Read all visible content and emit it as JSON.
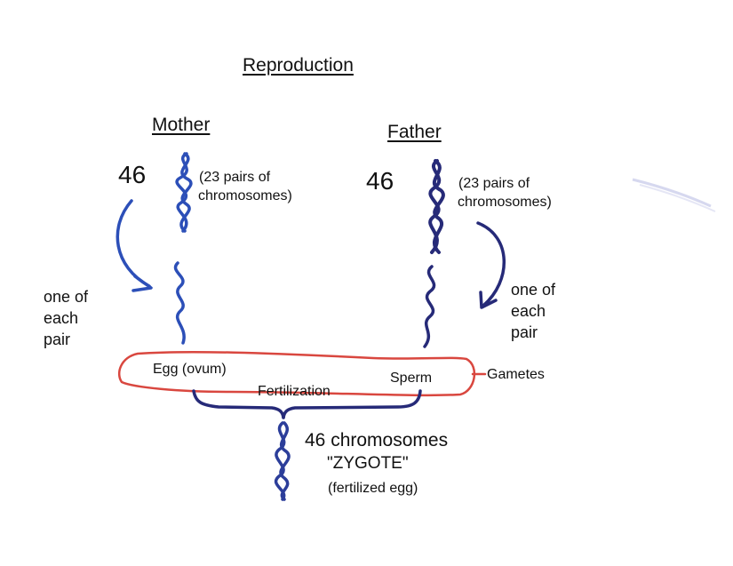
{
  "title": "Reproduction",
  "mother": {
    "label": "Mother",
    "count": "46",
    "note_line1": "(23 pairs of",
    "note_line2": "chromosomes)",
    "side_label": "one of each pair",
    "color": "#2c4fb8"
  },
  "father": {
    "label": "Father",
    "count": "46",
    "note_line1": "(23 pairs of",
    "note_line2": "chromosomes)",
    "side_label": "one of each pair",
    "color": "#262a78"
  },
  "egg_label": "Egg (ovum)",
  "sperm_label": "Sperm",
  "gametes_label": "Gametes",
  "fertilization_label": "Fertilization",
  "zygote": {
    "line1": "46 chromosomes",
    "line2": "\"ZYGOTE\"",
    "line3": "(fertilized egg)"
  },
  "gamete_outline_color": "#d9473f"
}
